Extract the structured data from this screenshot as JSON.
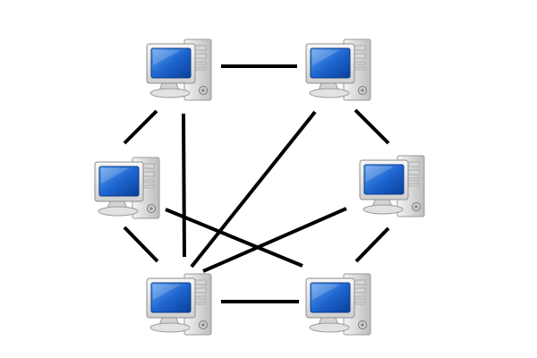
{
  "diagram": {
    "type": "network-topology",
    "nodes": [
      {
        "id": "pc-top-left",
        "icon": "desktop-computer-icon"
      },
      {
        "id": "pc-top-right",
        "icon": "desktop-computer-icon"
      },
      {
        "id": "pc-middle-left",
        "icon": "desktop-computer-icon"
      },
      {
        "id": "pc-middle-right",
        "icon": "desktop-computer-icon"
      },
      {
        "id": "pc-bottom-left",
        "icon": "desktop-computer-icon"
      },
      {
        "id": "pc-bottom-right",
        "icon": "desktop-computer-icon"
      }
    ],
    "edges": [
      [
        "pc-top-left",
        "pc-top-right"
      ],
      [
        "pc-top-left",
        "pc-middle-left"
      ],
      [
        "pc-top-left",
        "pc-bottom-left"
      ],
      [
        "pc-top-right",
        "pc-middle-right"
      ],
      [
        "pc-top-right",
        "pc-bottom-left"
      ],
      [
        "pc-middle-left",
        "pc-bottom-left"
      ],
      [
        "pc-middle-left",
        "pc-bottom-right"
      ],
      [
        "pc-middle-right",
        "pc-bottom-left"
      ],
      [
        "pc-middle-right",
        "pc-bottom-right"
      ],
      [
        "pc-bottom-left",
        "pc-bottom-right"
      ]
    ],
    "colors": {
      "screen": "#1e66d0",
      "screen_highlight": "#6aa8f0",
      "case": "#e4e4e4",
      "case_shade": "#c4c4c4",
      "line": "#000000"
    }
  }
}
